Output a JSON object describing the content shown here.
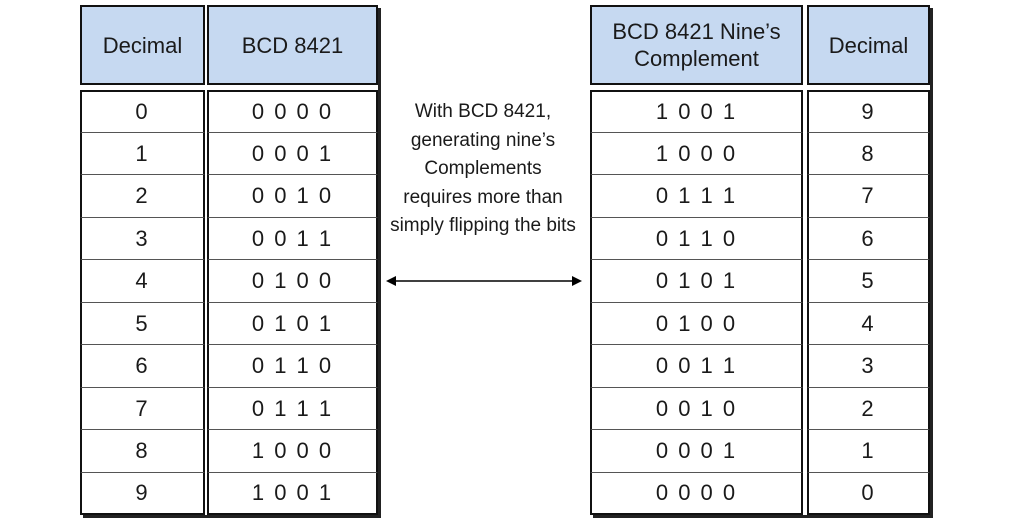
{
  "left_table": {
    "headers": [
      "Decimal",
      "BCD 8421"
    ],
    "rows": [
      [
        "0",
        "0 0 0 0"
      ],
      [
        "1",
        "0 0 0 1"
      ],
      [
        "2",
        "0 0 1 0"
      ],
      [
        "3",
        "0 0 1 1"
      ],
      [
        "4",
        "0 1 0 0"
      ],
      [
        "5",
        "0 1 0 1"
      ],
      [
        "6",
        "0 1 1 0"
      ],
      [
        "7",
        "0 1 1 1"
      ],
      [
        "8",
        "1 0 0 0"
      ],
      [
        "9",
        "1 0 0 1"
      ]
    ]
  },
  "right_table": {
    "headers": [
      "BCD 8421 Nine’s Complement",
      "Decimal"
    ],
    "rows": [
      [
        "1 0 0 1",
        "9"
      ],
      [
        "1 0 0 0",
        "8"
      ],
      [
        "0 1 1 1",
        "7"
      ],
      [
        "0 1 1 0",
        "6"
      ],
      [
        "0 1 0 1",
        "5"
      ],
      [
        "0 1 0 0",
        "4"
      ],
      [
        "0 0 1 1",
        "3"
      ],
      [
        "0 0 1 0",
        "2"
      ],
      [
        "0 0 0 1",
        "1"
      ],
      [
        "0 0 0 0",
        "0"
      ]
    ]
  },
  "note": "With BCD 8421, generating nine’s Complements requires more than simply flipping the bits",
  "colors": {
    "header_bg": "#c6d9f1",
    "border": "#111111"
  }
}
